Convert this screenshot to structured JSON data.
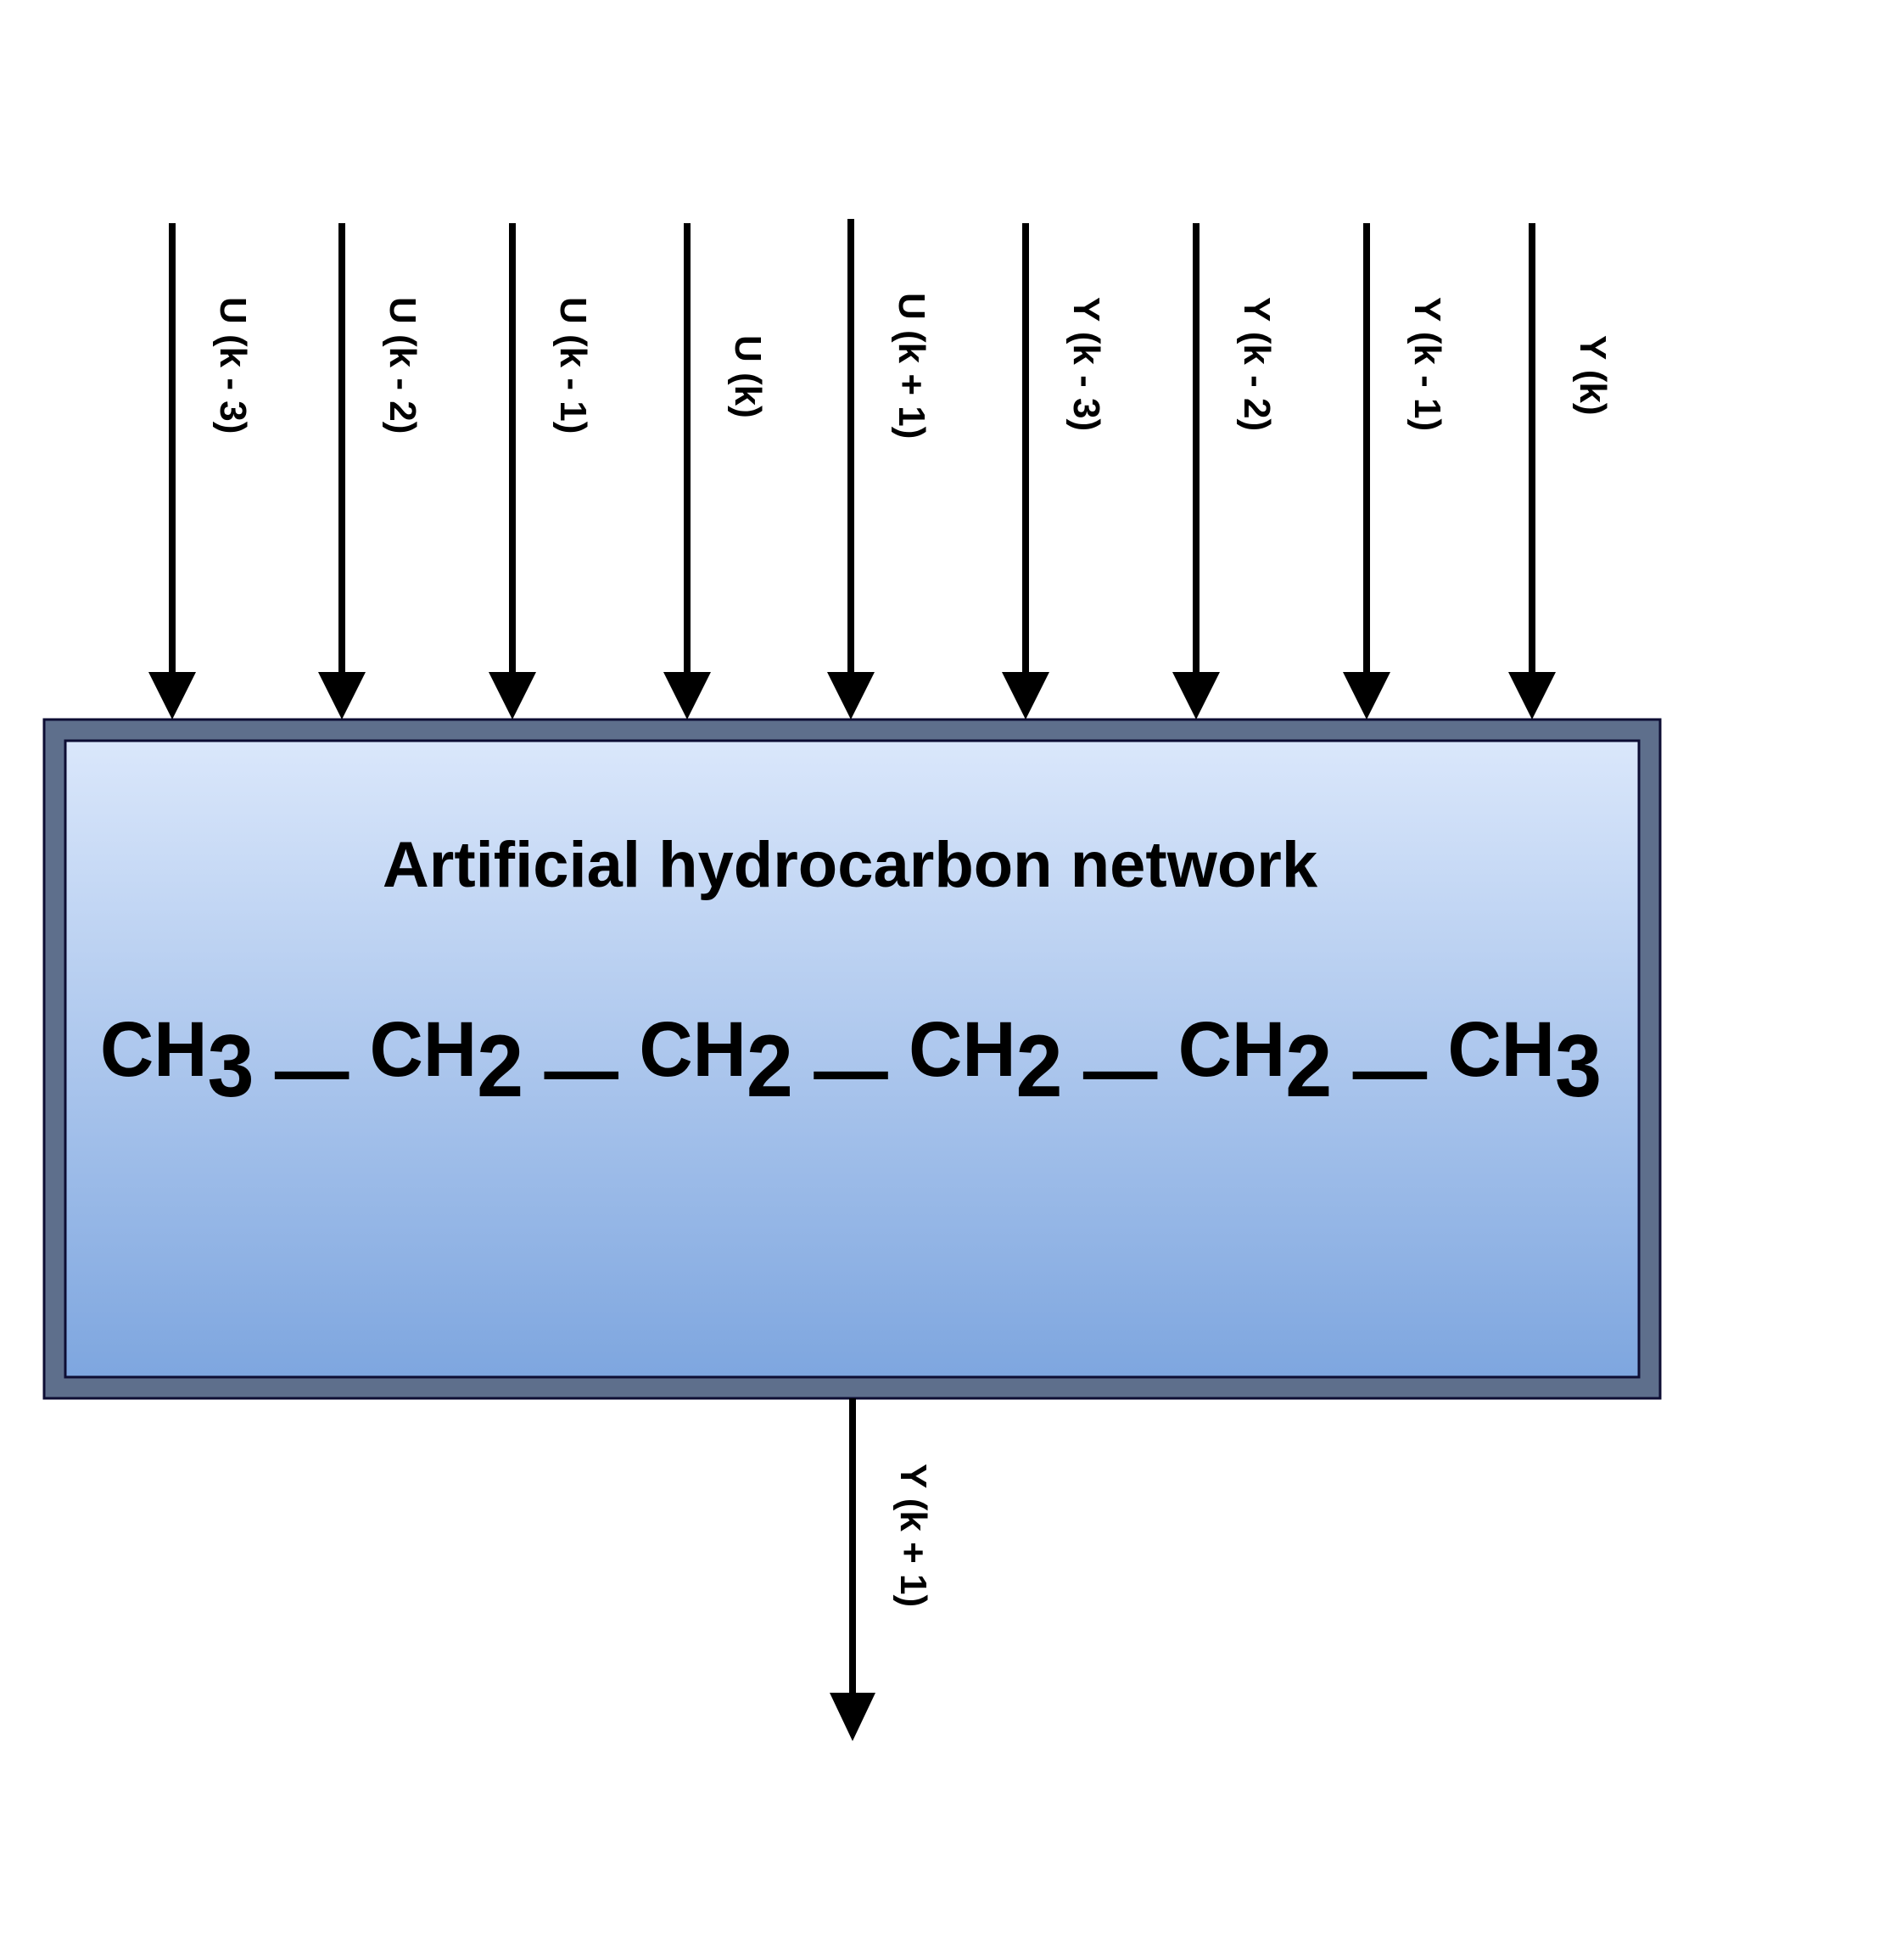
{
  "diagram": {
    "title": "Artificial hydrocarbon network",
    "inputs": [
      "U (k - 3)",
      "U (k - 2)",
      "U (k - 1)",
      "U (k)",
      "U (k + 1)",
      "Y (k - 3)",
      "Y (k - 2)",
      "Y (k - 1)",
      "Y (k)"
    ],
    "output": "Y (k + 1)",
    "chain": [
      {
        "base": "CH",
        "sub": "3"
      },
      {
        "base": "CH",
        "sub": "2"
      },
      {
        "base": "CH",
        "sub": "2"
      },
      {
        "base": "CH",
        "sub": "2"
      },
      {
        "base": "CH",
        "sub": "2"
      },
      {
        "base": "CH",
        "sub": "3"
      }
    ],
    "bond": "—",
    "colors": {
      "frame": "#5e6f8c",
      "gradient_top": "#dae7fb",
      "gradient_bottom": "#7ea6df",
      "border": "#0d0d33"
    }
  }
}
